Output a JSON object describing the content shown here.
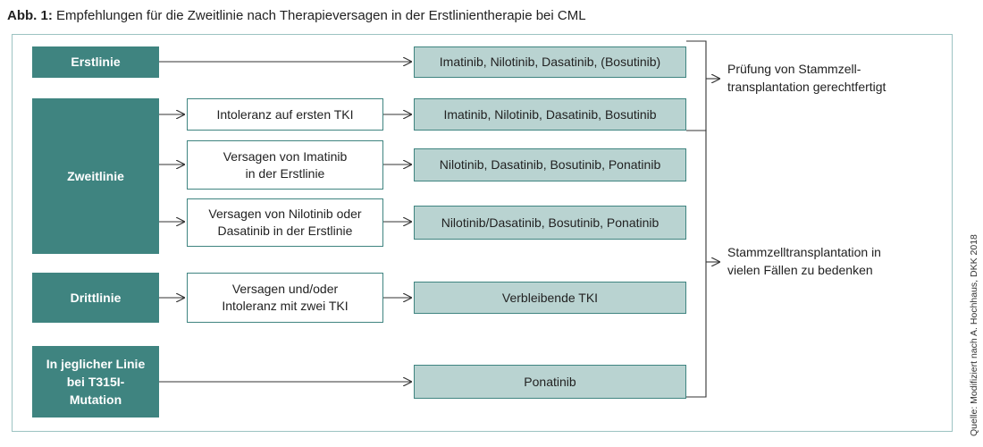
{
  "caption": {
    "prefix": "Abb. 1:",
    "text": " Empfehlungen für die Zweitlinie nach Therapieversagen in der Erstlinientherapie bei CML"
  },
  "lines": {
    "erstlinie": "Erstlinie",
    "zweitlinie": "Zweitlinie",
    "drittlinie": "Drittlinie",
    "jegliche": "In jeglicher Linie\nbei T315I-\nMutation"
  },
  "conditions": {
    "intoleranz": "Intoleranz auf ersten TKI",
    "versagen_imatinib": "Versagen von Imatinib\nin der Erstlinie",
    "versagen_nilotinib": "Versagen von Nilotinib oder\nDasatinib in der Erstlinie",
    "versagen_zwei": "Versagen und/oder\nIntoleranz mit zwei TKI"
  },
  "treatments": {
    "t1": "Imatinib, Nilotinib, Dasatinib, (Bosutinib)",
    "t2": "Imatinib, Nilotinib, Dasatinib, Bosutinib",
    "t3": "Nilotinib, Dasatinib, Bosutinib, Ponatinib",
    "t4": "Nilotinib/Dasatinib, Bosutinib, Ponatinib",
    "t5": "Verbleibende TKI",
    "t6": "Ponatinib"
  },
  "notes": {
    "top": "Prüfung von Stammzell-\ntransplantation gerechtfertigt",
    "bottom": "Stammzelltransplantation in\nvielen Fällen zu bedenken"
  },
  "source": "Quelle: Modifiziert nach A. Hochhaus, DKK 2018",
  "colors": {
    "dark_teal": "#3f8480",
    "light_teal": "#b9d3d1",
    "panel_border": "#9cc3c2"
  }
}
